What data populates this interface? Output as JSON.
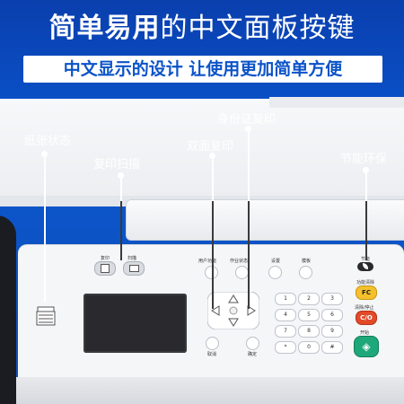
{
  "header": {
    "title_bold": "简单易用",
    "title_rest": "的中文面板按键",
    "subtitle": "中文显示的设计 让使用更加简单方便"
  },
  "callouts": {
    "paper_status": "纸张状态",
    "copy_scan": "复印扫描",
    "duplex_copy": "双面复印",
    "id_copy": "身份证复印",
    "eco": "节能环保"
  },
  "panel": {
    "copy_label": "复印",
    "scan_label": "扫描",
    "user_func": "用户功能",
    "job_status": "作业状态",
    "setting": "设置",
    "template": "模板",
    "eco_label": "节能",
    "fc_label": "功能清除",
    "fc_key": "FC",
    "stop_label": "清除/停止",
    "stop_key": "C/O",
    "start_label": "开始",
    "cancel": "取消",
    "confirm": "确定",
    "keys": [
      "1",
      "2",
      "3",
      "4",
      "5",
      "6",
      "7",
      "8",
      "9",
      "*",
      "0",
      "#"
    ]
  },
  "colors": {
    "background": "#0a4fc6",
    "accent_yellow": "#f4c02c",
    "accent_red": "#e24a28",
    "accent_green": "#1ea87a"
  }
}
